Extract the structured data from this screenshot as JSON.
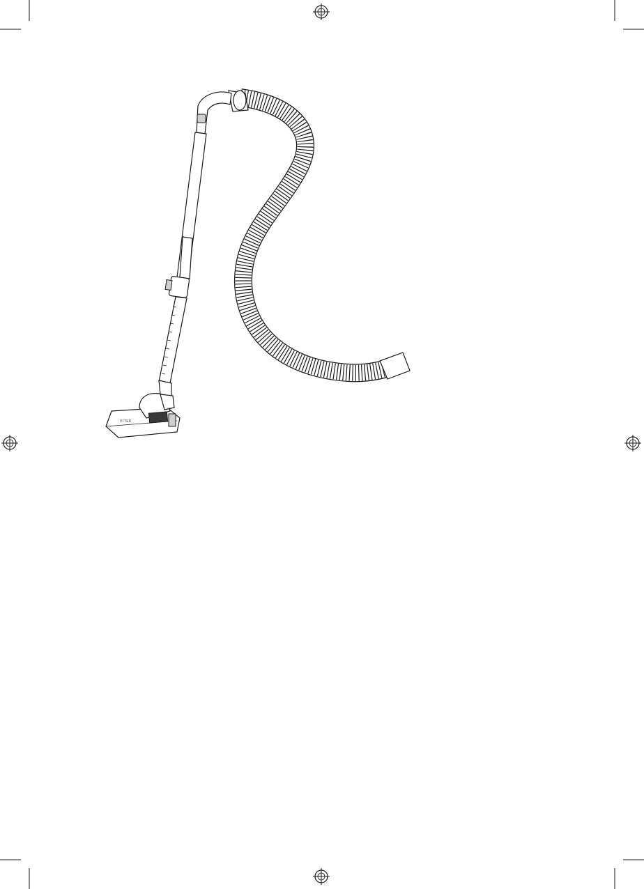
{
  "figure": {
    "brand_mark": "VITEK",
    "panels": [
      {
        "id": "connect-hose"
      },
      {
        "id": "hose-handle-grip"
      },
      {
        "id": "telescopic-tube-adjust"
      },
      {
        "id": "attach-floor-brush"
      }
    ],
    "icons": [
      "registration-mark-icon",
      "crop-mark-icon",
      "arrow-icon"
    ]
  }
}
